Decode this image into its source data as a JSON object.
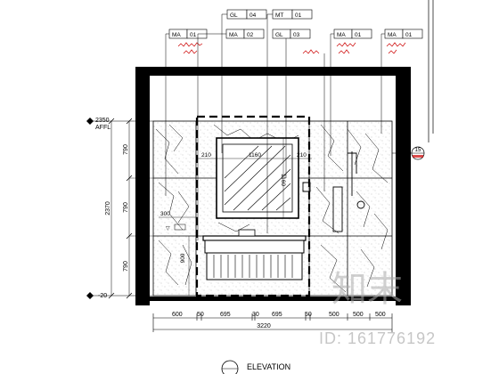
{
  "tags": [
    {
      "top": "GL",
      "top_num": "04"
    },
    {
      "top": "MT",
      "top_num": "01"
    },
    {
      "top": "MA",
      "top_num": "01"
    },
    {
      "top": "MA",
      "top_num": "02"
    },
    {
      "top": "GL",
      "top_num": "03"
    },
    {
      "top": "MA",
      "top_num": "01"
    },
    {
      "top": "MA",
      "top_num": "01"
    }
  ],
  "level_top": {
    "value": "2350",
    "label": "AFFL"
  },
  "level_bottom": {
    "value": "-20"
  },
  "left_dims": {
    "total": "2370",
    "segments": [
      "790",
      "790",
      "790"
    ]
  },
  "small_dims": {
    "a": "300",
    "b": "900"
  },
  "mirror_dims": {
    "left": "210",
    "width": "1160",
    "right": "210",
    "height": "1160"
  },
  "bottom_dims": {
    "segments": [
      "600",
      "50",
      "695",
      "30",
      "695",
      "50",
      "500",
      "500",
      "500"
    ],
    "total": "3220"
  },
  "callout_right": {
    "num": "15"
  },
  "elevation": {
    "title": "ELEVATION"
  },
  "watermark": {
    "logo": "知末",
    "id": "ID: 161776192"
  },
  "colors": {
    "line": "#000000",
    "tag": "#cc0000"
  }
}
